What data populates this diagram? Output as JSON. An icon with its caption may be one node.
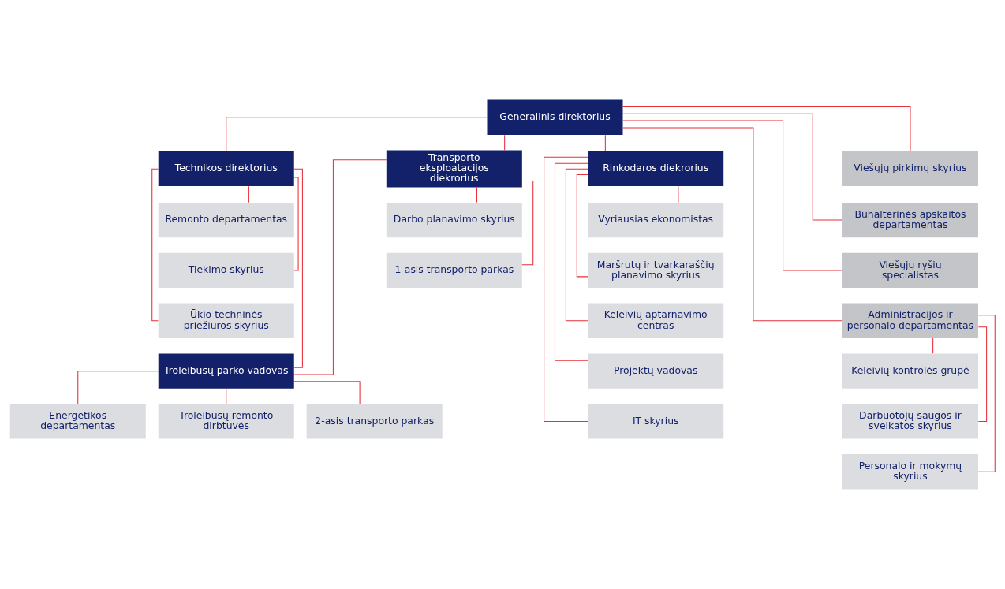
{
  "diagram": {
    "nodes": [
      {
        "text": [
          "Generalinis direktorius"
        ]
      },
      {
        "text": [
          "Technikos direktorius"
        ]
      },
      {
        "text": [
          "Transporto eksploatacijos diekrorius"
        ]
      },
      {
        "text": [
          "Rinkodaros diekrorius"
        ]
      },
      {
        "text": [
          "Viešųjų pirkimų skyrius"
        ]
      },
      {
        "text": [
          "Remonto departamentas"
        ]
      },
      {
        "text": [
          "Tiekimo skyrius"
        ]
      },
      {
        "text": [
          "Ūkio techninės priežiūros skyrius"
        ]
      },
      {
        "text": [
          "Darbo planavimo skyrius"
        ]
      },
      {
        "text": [
          "1-asis transporto parkas"
        ]
      },
      {
        "text": [
          "Vyriausias ekonomistas"
        ]
      },
      {
        "text": [
          "Maršrutų ir tvarkaraščių planavimo skyrius"
        ]
      },
      {
        "text": [
          "Keleivių aptarnavimo centras"
        ]
      },
      {
        "text": [
          "Projektų vadovas"
        ]
      },
      {
        "text": [
          "IT skyrius"
        ]
      },
      {
        "text": [
          "Buhalterinės apskaitos departamentas"
        ]
      },
      {
        "text": [
          "Viešųjų ryšių specialistas"
        ]
      },
      {
        "text": [
          "Administracijos ir personalo departamentas"
        ]
      },
      {
        "text": [
          "Keleivių kontrolės grupė"
        ]
      },
      {
        "text": [
          "Darbuotojų saugos ir sveikatos skyrius"
        ]
      },
      {
        "text": [
          "Personalo ir mokymų skyrius"
        ]
      },
      {
        "text": [
          "Troleibusų parko vadovas"
        ]
      },
      {
        "text": [
          "Energetikos departamentas"
        ]
      },
      {
        "text": [
          "Troleibusų remonto dirbtuvės"
        ]
      },
      {
        "text": [
          "2-asis transporto parkas"
        ]
      }
    ],
    "edges": [
      {
        "from": 0,
        "to": 1,
        "arrow": "none"
      },
      {
        "from": 0,
        "to": 2,
        "arrow": "none"
      },
      {
        "from": 0,
        "to": 3,
        "arrow": "none"
      },
      {
        "from": 0,
        "to": 4,
        "arrow": "none"
      },
      {
        "from": 0,
        "to": 15,
        "arrow": "none"
      },
      {
        "from": 0,
        "to": 16,
        "arrow": "none"
      },
      {
        "from": 0,
        "to": 17,
        "arrow": "none"
      },
      {
        "from": 1,
        "to": 5,
        "arrow": "none"
      },
      {
        "from": 1,
        "to": 6,
        "arrow": "none"
      },
      {
        "from": 1,
        "to": 7,
        "arrow": "none"
      },
      {
        "from": 1,
        "to": 21,
        "arrow": "none"
      },
      {
        "from": 2,
        "to": 8,
        "arrow": "none"
      },
      {
        "from": 2,
        "to": 9,
        "arrow": "none"
      },
      {
        "from": 2,
        "to": 21,
        "arrow": "none"
      },
      {
        "from": 3,
        "to": 10,
        "arrow": "none"
      },
      {
        "from": 3,
        "to": 11,
        "arrow": "none"
      },
      {
        "from": 3,
        "to": 12,
        "arrow": "none"
      },
      {
        "from": 3,
        "to": 13,
        "arrow": "none"
      },
      {
        "from": 3,
        "to": 14,
        "arrow": "none"
      },
      {
        "from": 17,
        "to": 18,
        "arrow": "none"
      },
      {
        "from": 17,
        "to": 19,
        "arrow": "none"
      },
      {
        "from": 17,
        "to": 20,
        "arrow": "none"
      },
      {
        "from": 21,
        "to": 22,
        "arrow": "none"
      },
      {
        "from": 21,
        "to": 23,
        "arrow": "none"
      },
      {
        "from": 21,
        "to": 24,
        "arrow": "none"
      }
    ]
  }
}
